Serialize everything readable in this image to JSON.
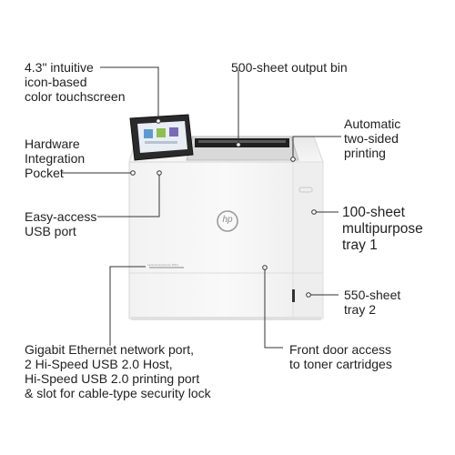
{
  "callouts": {
    "touchscreen": [
      "4.3\" intuitive",
      "icon-based",
      "color touchscreen"
    ],
    "output_bin": [
      "500-sheet output bin"
    ],
    "duplex": [
      "Automatic",
      "two-sided",
      "printing"
    ],
    "hip": [
      "Hardware",
      "Integration",
      "Pocket"
    ],
    "usb": [
      "Easy-access",
      "USB port"
    ],
    "tray1": [
      "100-sheet",
      "multipurpose",
      "tray 1"
    ],
    "tray2": [
      "550-sheet",
      "tray 2"
    ],
    "ports": [
      "Gigabit Ethernet network port,",
      "2 Hi-Speed USB 2.0 Host,",
      "Hi-Speed USB 2.0 printing port",
      "& slot for cable-type security lock"
    ],
    "front_door": [
      "Front door access",
      "to toner cartridges"
    ]
  },
  "product": {
    "brand": "hp",
    "model_label": "LaserJet Enterprise M611"
  },
  "colors": {
    "body": "#f4f4f4",
    "body_shadow": "#e2e2e2",
    "screen": "#1c1c1c",
    "leader": "#333333"
  }
}
